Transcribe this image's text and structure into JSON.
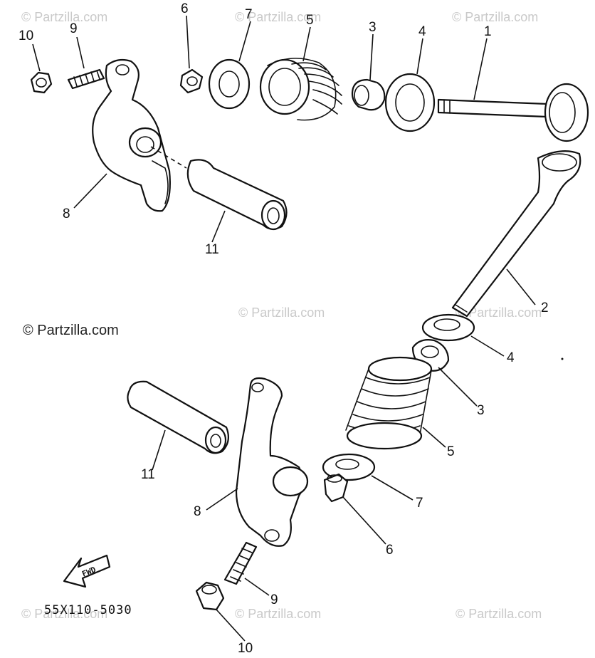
{
  "watermarks": {
    "faint": "© Partzilla.com",
    "main": "© Partzilla.com"
  },
  "diagram_code": "55X110-5030",
  "fwd_arrow_text": "FWD",
  "callouts": {
    "upper_10": "10",
    "upper_9": "9",
    "upper_6": "6",
    "upper_7": "7",
    "upper_5": "5",
    "upper_3": "3",
    "upper_4": "4",
    "upper_1": "1",
    "upper_8": "8",
    "upper_11": "11",
    "lower_2": "2",
    "lower_4": "4",
    "lower_3": "3",
    "lower_5": "5",
    "lower_7": "7",
    "lower_6": "6",
    "lower_8": "8",
    "lower_11": "11",
    "lower_9": "9",
    "lower_10": "10"
  }
}
